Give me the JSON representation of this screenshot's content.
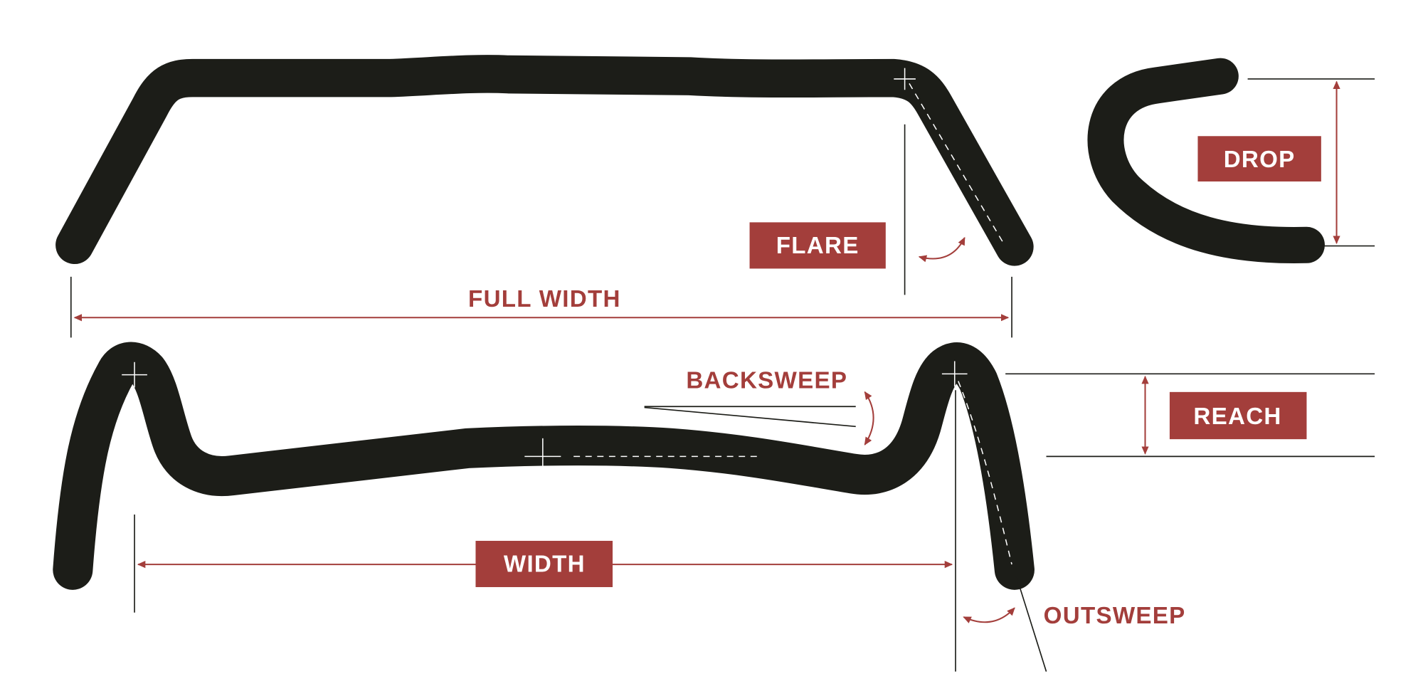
{
  "labels": {
    "full_width": "FULL WIDTH",
    "flare": "FLARE",
    "drop": "DROP",
    "reach": "REACH",
    "backsweep": "BACKSWEEP",
    "width": "WIDTH",
    "outsweep": "OUTSWEEP"
  },
  "colors": {
    "accent": "#a33e3b",
    "bar": "#1c1d18",
    "background": "#ffffff"
  }
}
